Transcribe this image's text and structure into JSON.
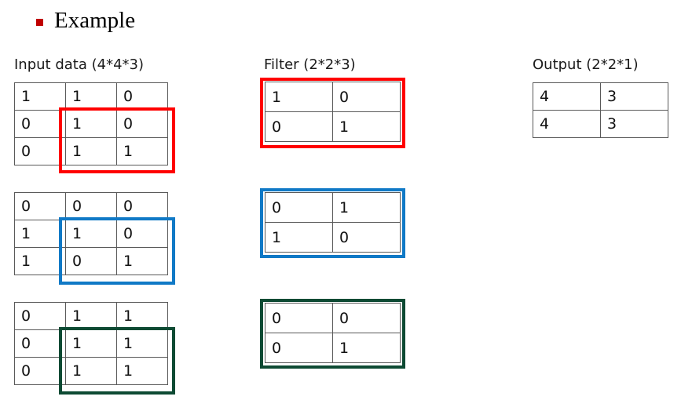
{
  "slide": {
    "title": "Example",
    "bullet_color": "#C00000"
  },
  "sections": {
    "input": {
      "label": "Input data (4*4*3)",
      "matrices": [
        {
          "rows": [
            [
              "1",
              "1",
              "0"
            ],
            [
              "0",
              "1",
              "0"
            ],
            [
              "0",
              "1",
              "1"
            ]
          ],
          "highlight_color": "#FF0000"
        },
        {
          "rows": [
            [
              "0",
              "0",
              "0"
            ],
            [
              "1",
              "1",
              "0"
            ],
            [
              "1",
              "0",
              "1"
            ]
          ],
          "highlight_color": "#1079C6"
        },
        {
          "rows": [
            [
              "0",
              "1",
              "1"
            ],
            [
              "0",
              "1",
              "1"
            ],
            [
              "0",
              "1",
              "1"
            ]
          ],
          "highlight_color": "#0D4A33"
        }
      ]
    },
    "filter": {
      "label": "Filter (2*2*3)",
      "matrices": [
        {
          "rows": [
            [
              "1",
              "0"
            ],
            [
              "0",
              "1"
            ]
          ],
          "highlight_color": "#FF0000"
        },
        {
          "rows": [
            [
              "0",
              "1"
            ],
            [
              "1",
              "0"
            ]
          ],
          "highlight_color": "#1079C6"
        },
        {
          "rows": [
            [
              "0",
              "0"
            ],
            [
              "0",
              "1"
            ]
          ],
          "highlight_color": "#0D4A33"
        }
      ]
    },
    "output": {
      "label": "Output (2*2*1)",
      "matrices": [
        {
          "rows": [
            [
              "4",
              "3"
            ],
            [
              "4",
              "3"
            ]
          ]
        }
      ]
    }
  }
}
